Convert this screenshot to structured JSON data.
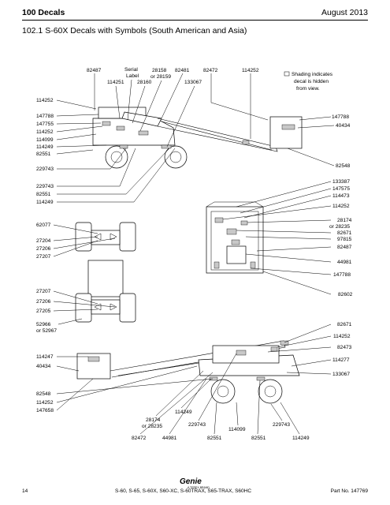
{
  "header": {
    "section": "100 Decals",
    "date": "August 2013"
  },
  "subtitle": "102.1 S-60X Decals with Symbols (South American and Asia)",
  "legend": {
    "text_line1": "Shading indicates",
    "text_line2": "decal is hidden",
    "text_line3": "from view."
  },
  "callouts": {
    "top": [
      "82487",
      "Serial",
      "Label",
      "114251",
      "28160",
      "28158",
      "or 28159",
      "82481",
      "133067",
      "82472",
      "114252"
    ],
    "left_upper": [
      "114252",
      "147788",
      "147755",
      "114252",
      "114099",
      "114249",
      "82551",
      "229743"
    ],
    "right_upper": [
      "147788",
      "40434",
      "82548"
    ],
    "left_mid": [
      "229743",
      "82551",
      "114249"
    ],
    "right_mid": [
      "133387",
      "147575",
      "114473",
      "114252",
      "28174",
      "or 28235",
      "82671",
      "97815",
      "82487",
      "44981",
      "147788",
      "82602"
    ],
    "left_chassis": [
      "62077",
      "27204",
      "27206",
      "27207",
      "27207",
      "27206",
      "27205",
      "52966",
      "or 52967"
    ],
    "right_lower": [
      "82671",
      "114252",
      "82473",
      "114277",
      "133067"
    ],
    "left_lower": [
      "114247",
      "40434",
      "82548",
      "114252",
      "147658"
    ],
    "bottom": [
      "28174",
      "or 28235",
      "114249",
      "229743",
      "114099",
      "229743"
    ],
    "bottom_row": [
      "82472",
      "44981",
      "82551",
      "82551",
      "114249"
    ]
  },
  "footer": {
    "page": "14",
    "models": "S-60, S-65, S-60X, S60-XC, S-60TRAX, S65-TRAX, S60HC",
    "part": "Part No. 147769",
    "logo": "Genie",
    "logo_sub": "A TEREX BRAND"
  }
}
